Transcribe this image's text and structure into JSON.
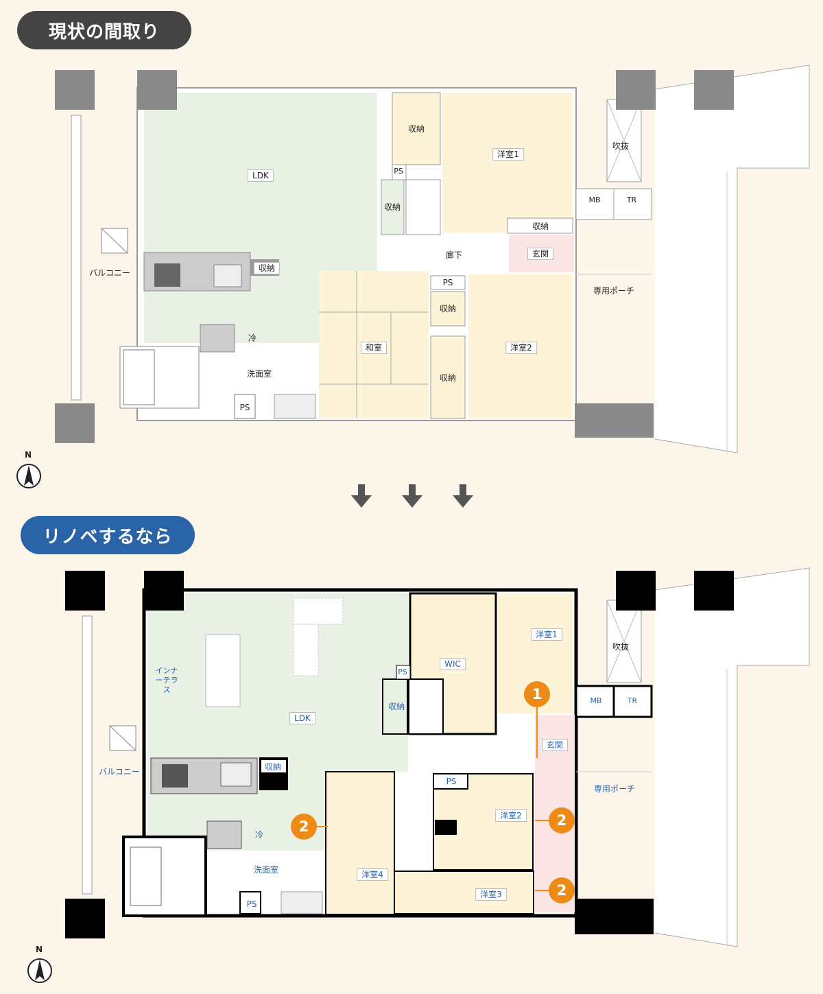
{
  "headings": {
    "before": "現状の間取り",
    "after": "リノベするなら"
  },
  "compass_label": "N",
  "before_plan": {
    "rooms": {
      "ldk": "LDK",
      "storage_a": "収納",
      "ps_a": "PS",
      "western1": "洋室1",
      "fukinuke": "吹抜",
      "storage_b": "収納",
      "storage_c": "収納",
      "mb": "MB",
      "tr": "TR",
      "storage_d": "収納",
      "balcony": "バルコニー",
      "corridor": "廊下",
      "entrance": "玄関",
      "ps_b": "PS",
      "storage_e": "収納",
      "porch": "専用ポーチ",
      "fridge": "冷",
      "washroom": "洗面室",
      "japanese": "和室",
      "western2": "洋室2",
      "storage_f": "収納",
      "ps_c": "PS"
    }
  },
  "after_plan": {
    "rooms": {
      "western1": "洋室1",
      "fukinuke": "吹抜",
      "wic": "WIC",
      "ps_a": "PS",
      "inner_terrace": "インナーテラス",
      "storage_a": "収納",
      "mb": "MB",
      "tr": "TR",
      "ldk": "LDK",
      "entrance": "玄関",
      "balcony": "バルコニー",
      "storage_b": "収納",
      "ps_b": "PS",
      "porch": "専用ポーチ",
      "western2": "洋室2",
      "fridge": "冷",
      "washroom": "洗面室",
      "western4": "洋室4",
      "western3": "洋室3",
      "ps_c": "PS"
    },
    "markers": [
      "1",
      "2",
      "2",
      "2"
    ]
  },
  "colors": {
    "ldk": "#e8f1e3",
    "room": "#fdf3d7",
    "entrance": "#fbe4e4",
    "wall_before": "#8a8a8a",
    "wall_after": "#000000",
    "marker": "#ee8a16",
    "arrow": "#555555"
  }
}
